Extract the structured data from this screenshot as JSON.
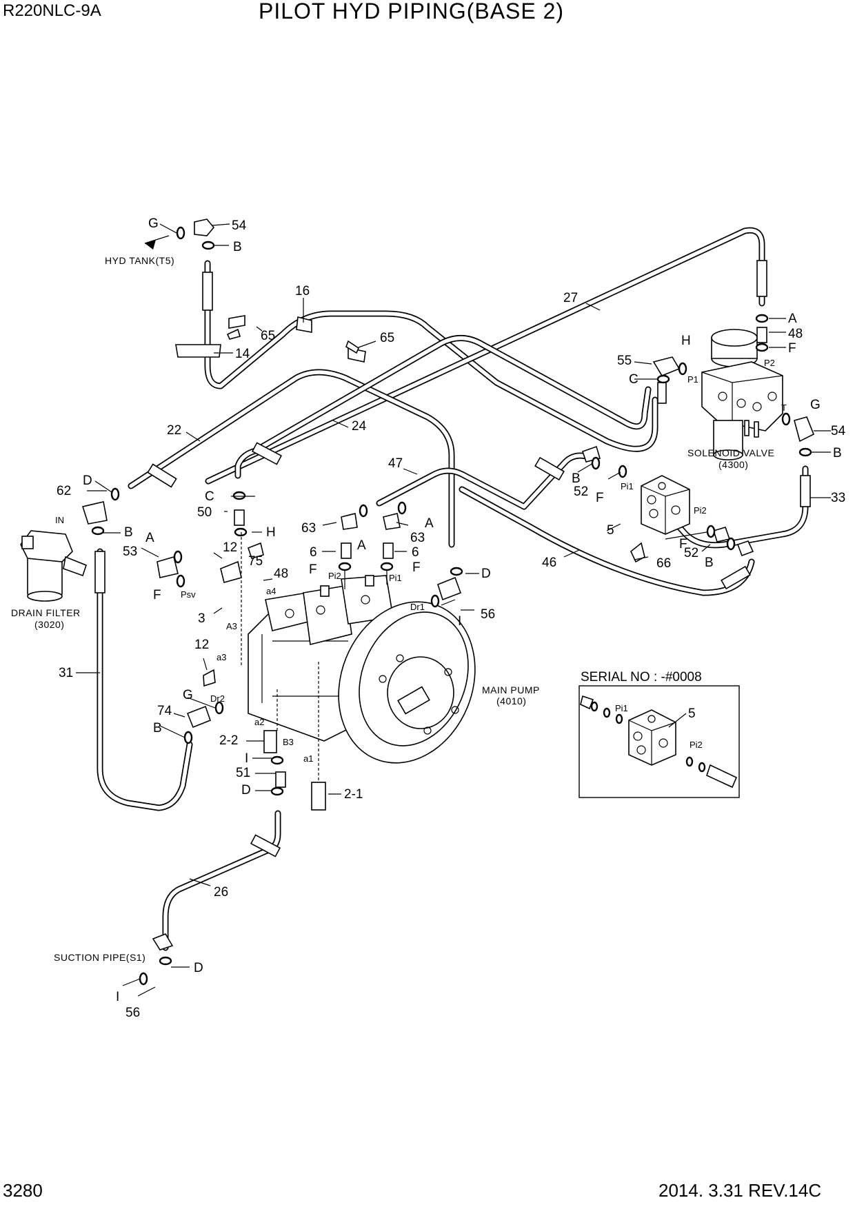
{
  "header": {
    "model": "R220NLC-9A",
    "title": "PILOT HYD PIPING(BASE 2)"
  },
  "footer": {
    "page_number": "3280",
    "revision": "2014. 3.31  REV.14C"
  },
  "captions": {
    "hyd_tank": "HYD TANK(T5)",
    "solenoid_valve": "SOLENOID VALVE",
    "solenoid_valve_code": "(4300)",
    "drain_filter": "DRAIN FILTER",
    "drain_filter_code": "(3020)",
    "main_pump": "MAIN PUMP",
    "main_pump_code": "(4010)",
    "suction_pipe": "SUCTION PIPE(S1)",
    "serial_no": "SERIAL NO : -#0008"
  },
  "callouts": {
    "c54a": "54",
    "c54b": "54",
    "c16": "16",
    "c27": "27",
    "c65a": "65",
    "c65b": "65",
    "c14": "14",
    "c22": "22",
    "c24": "24",
    "c62": "62",
    "c50": "50",
    "c47": "47",
    "c63a": "63",
    "c63b": "63",
    "c6a": "6",
    "c6b": "6",
    "c53": "53",
    "c12a": "12",
    "c12b": "12",
    "c75": "75",
    "c48a": "48",
    "c48b": "48",
    "c3": "3",
    "c55": "55",
    "c52a": "52",
    "c52b": "52",
    "c5a": "5",
    "c5b": "5",
    "c66": "66",
    "c46": "46",
    "c56a": "56",
    "c56b": "56",
    "c33": "33",
    "c31": "31",
    "c74": "74",
    "c2_2": "2-2",
    "c51": "51",
    "c2_1": "2-1",
    "c26": "26"
  },
  "letters": {
    "G1": "G",
    "B1": "B",
    "A1": "A",
    "F1": "F",
    "H1": "H",
    "C1": "C",
    "G2": "G",
    "B2": "B",
    "D1": "D",
    "B3": "B",
    "C2": "C",
    "H2": "H",
    "A2": "A",
    "A3": "A",
    "F2": "F",
    "F3": "F",
    "D2": "D",
    "I1": "I",
    "A4": "A",
    "F4": "F",
    "B4": "B",
    "F5": "F",
    "F6": "F",
    "B5": "B",
    "G3": "G",
    "B6": "B",
    "I2": "I",
    "D3": "D",
    "D4": "D",
    "I3": "I"
  },
  "port_labels": {
    "in": "IN",
    "psv": "Psv",
    "a3_port": "A3",
    "a3": "a3",
    "a4": "a4",
    "pi2": "Pi2",
    "pi1": "Pi1",
    "dr1": "Dr1",
    "dr2": "Dr2",
    "a2": "a2",
    "b3": "B3",
    "a1": "a1",
    "p1": "P1",
    "p2": "P2",
    "t": "T",
    "blk_pi1": "Pi1",
    "blk_pi2": "Pi2",
    "inset_pi1": "Pi1",
    "inset_pi2": "Pi2"
  }
}
